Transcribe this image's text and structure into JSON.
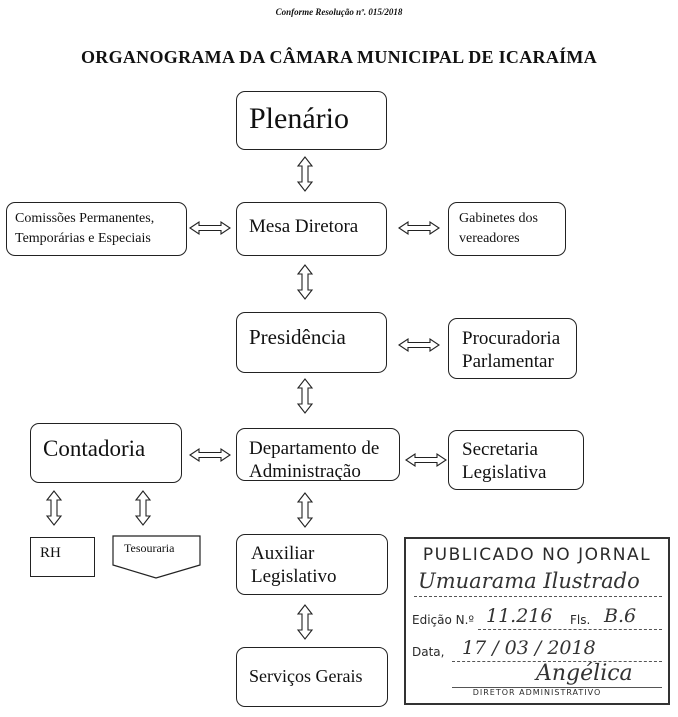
{
  "header": {
    "note": "Conforme Resolução nº. 015/2018",
    "title": "ORGANOGRAMA DA CÂMARA MUNICIPAL DE ICARAÍMA"
  },
  "nodes": {
    "plenario": "Plenário",
    "mesa_diretora": "Mesa Diretora",
    "comissoes": [
      "Comissões Permanentes,",
      "Temporárias e Especiais"
    ],
    "gabinetes": [
      "Gabinetes dos",
      "vereadores"
    ],
    "presidencia": "Presidência",
    "procuradoria": [
      "Procuradoria",
      "Parlamentar"
    ],
    "contadoria": "Contadoria",
    "departamento": [
      "Departamento de",
      "Administração"
    ],
    "secretaria": [
      "Secretaria",
      "Legislativa"
    ],
    "rh": "RH",
    "tesouraria": "Tesouraria",
    "auxiliar": [
      "Auxiliar",
      "Legislativo"
    ],
    "servicos": "Serviços Gerais"
  },
  "stamp": {
    "title": "PUBLICADO NO JORNAL",
    "newspaper": "Umuarama Ilustrado",
    "edition_label": "Edição N.º",
    "edition_value": "11.216",
    "fls_label": "Fls.",
    "fls_value": "B.6",
    "date_label": "Data,",
    "date_value": "17 / 03 / 2018",
    "signature": "Angélica",
    "footer": "DIRETOR ADMINISTRATIVO"
  }
}
